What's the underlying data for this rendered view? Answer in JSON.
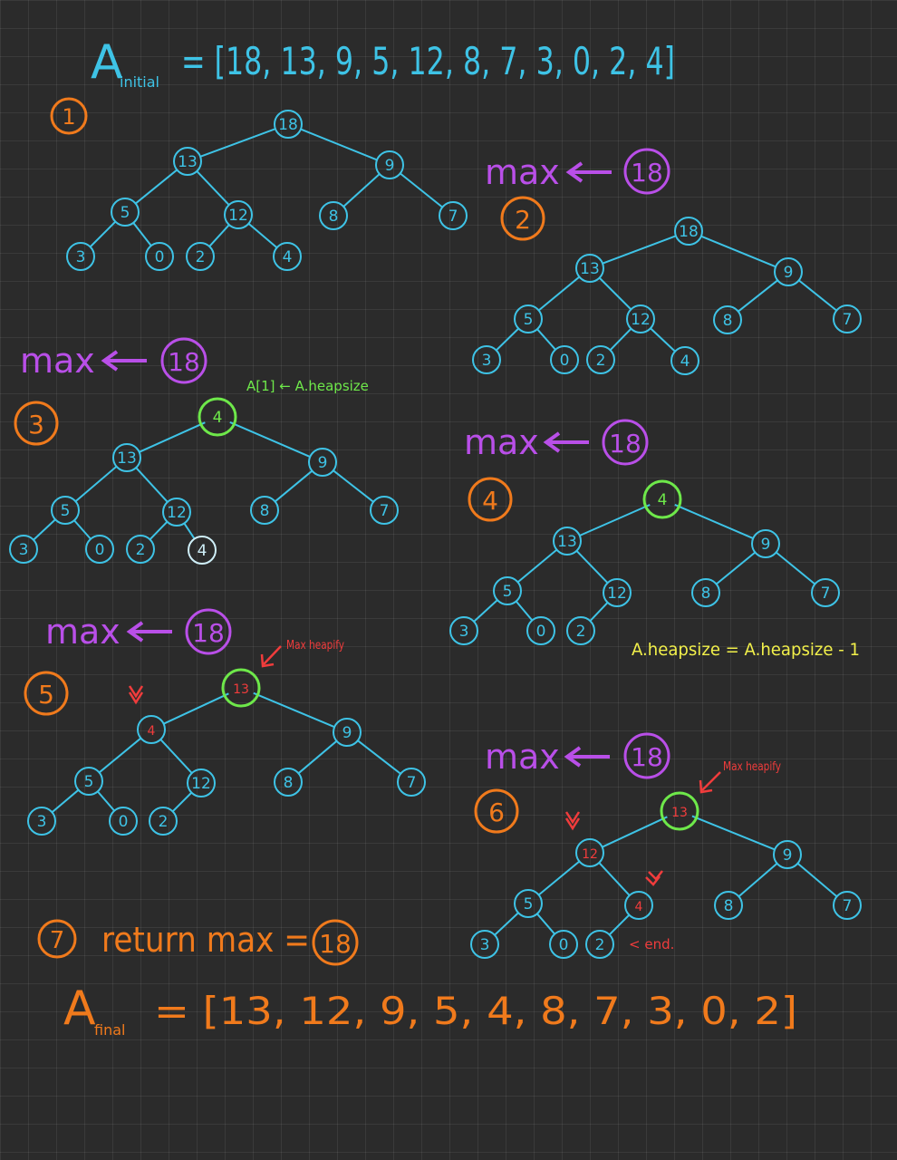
{
  "colors": {
    "cyan": "#3ec3e6",
    "purple": "#b94fe8",
    "orange": "#f07a1c",
    "green": "#6ee84a",
    "red": "#f03c3c",
    "yellow": "#f2f04a"
  },
  "initial_array": {
    "label_main": "A",
    "label_sub": "initial",
    "text": "= [18, 13, 9, 5, 12, 8, 7, 3, 0, 2, 4]"
  },
  "final_array": {
    "label_main": "A",
    "label_sub": "final",
    "text": "= [13, 12, 9, 5, 4, 8, 7, 3, 0, 2]"
  },
  "steps": [
    {
      "number": "1",
      "max_label": "",
      "max_value": "",
      "annotations": [],
      "nodes": [
        {
          "id": "a",
          "value": "18"
        },
        {
          "id": "b",
          "value": "13"
        },
        {
          "id": "c",
          "value": "9"
        },
        {
          "id": "d",
          "value": "5"
        },
        {
          "id": "e",
          "value": "12"
        },
        {
          "id": "f",
          "value": "8"
        },
        {
          "id": "g",
          "value": "7"
        },
        {
          "id": "h",
          "value": "3"
        },
        {
          "id": "i",
          "value": "0"
        },
        {
          "id": "j",
          "value": "2"
        },
        {
          "id": "k",
          "value": "4"
        }
      ]
    },
    {
      "number": "2",
      "max_label": "max",
      "max_value": "18",
      "annotations": [],
      "nodes": [
        {
          "id": "a",
          "value": "18"
        },
        {
          "id": "b",
          "value": "13"
        },
        {
          "id": "c",
          "value": "9"
        },
        {
          "id": "d",
          "value": "5"
        },
        {
          "id": "e",
          "value": "12"
        },
        {
          "id": "f",
          "value": "8"
        },
        {
          "id": "g",
          "value": "7"
        },
        {
          "id": "h",
          "value": "3"
        },
        {
          "id": "i",
          "value": "0"
        },
        {
          "id": "j",
          "value": "2"
        },
        {
          "id": "k",
          "value": "4"
        }
      ]
    },
    {
      "number": "3",
      "max_label": "max",
      "max_value": "18",
      "annotations": [
        {
          "text": "A[1] ← A.heapsize",
          "color": "green"
        }
      ],
      "nodes": [
        {
          "id": "a",
          "value": "4",
          "ring": "green"
        },
        {
          "id": "b",
          "value": "13"
        },
        {
          "id": "c",
          "value": "9"
        },
        {
          "id": "d",
          "value": "5"
        },
        {
          "id": "e",
          "value": "12"
        },
        {
          "id": "f",
          "value": "8"
        },
        {
          "id": "g",
          "value": "7"
        },
        {
          "id": "h",
          "value": "3"
        },
        {
          "id": "i",
          "value": "0"
        },
        {
          "id": "j",
          "value": "2"
        },
        {
          "id": "k",
          "value": "4",
          "ring": "pale"
        }
      ]
    },
    {
      "number": "4",
      "max_label": "max",
      "max_value": "18",
      "annotations": [
        {
          "text": "A.heapsize = A.heapsize - 1",
          "color": "yellow"
        }
      ],
      "nodes": [
        {
          "id": "a",
          "value": "4",
          "ring": "green"
        },
        {
          "id": "b",
          "value": "13"
        },
        {
          "id": "c",
          "value": "9"
        },
        {
          "id": "d",
          "value": "5"
        },
        {
          "id": "e",
          "value": "12"
        },
        {
          "id": "f",
          "value": "8"
        },
        {
          "id": "g",
          "value": "7"
        },
        {
          "id": "h",
          "value": "3"
        },
        {
          "id": "i",
          "value": "0"
        },
        {
          "id": "j",
          "value": "2"
        }
      ]
    },
    {
      "number": "5",
      "max_label": "max",
      "max_value": "18",
      "annotations": [
        {
          "text": "Max heapify",
          "color": "red"
        }
      ],
      "nodes": [
        {
          "id": "a",
          "value": "13",
          "ring": "green",
          "text": "red"
        },
        {
          "id": "b",
          "value": "4",
          "text": "red"
        },
        {
          "id": "c",
          "value": "9"
        },
        {
          "id": "d",
          "value": "5"
        },
        {
          "id": "e",
          "value": "12"
        },
        {
          "id": "f",
          "value": "8"
        },
        {
          "id": "g",
          "value": "7"
        },
        {
          "id": "h",
          "value": "3"
        },
        {
          "id": "i",
          "value": "0"
        },
        {
          "id": "j",
          "value": "2"
        }
      ]
    },
    {
      "number": "6",
      "max_label": "max",
      "max_value": "18",
      "annotations": [
        {
          "text": "Max heapify",
          "color": "red"
        },
        {
          "text": "< end.",
          "color": "red"
        }
      ],
      "nodes": [
        {
          "id": "a",
          "value": "13",
          "ring": "green",
          "text": "red"
        },
        {
          "id": "b",
          "value": "12",
          "text": "red"
        },
        {
          "id": "c",
          "value": "9"
        },
        {
          "id": "d",
          "value": "5"
        },
        {
          "id": "e",
          "value": "4",
          "text": "red"
        },
        {
          "id": "f",
          "value": "8"
        },
        {
          "id": "g",
          "value": "7"
        },
        {
          "id": "h",
          "value": "3"
        },
        {
          "id": "i",
          "value": "0"
        },
        {
          "id": "j",
          "value": "2"
        }
      ]
    }
  ],
  "step7": {
    "number": "7",
    "text": "return max =",
    "value": "18"
  }
}
